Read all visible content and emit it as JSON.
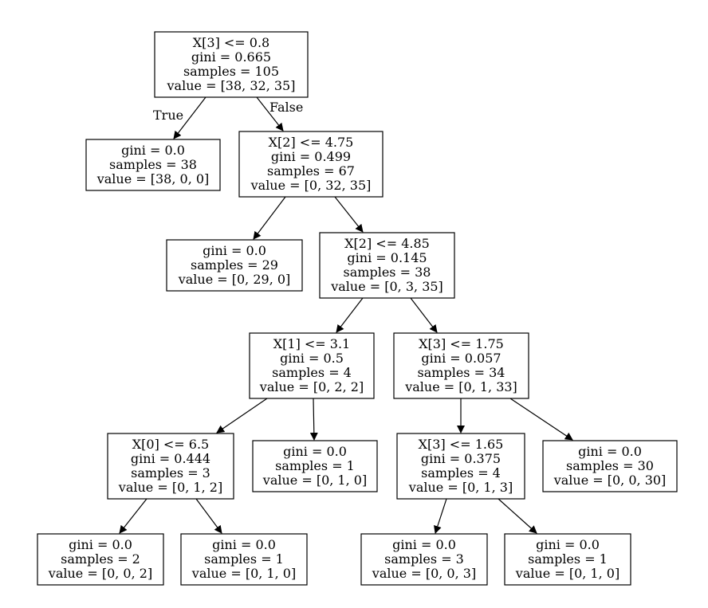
{
  "tree": {
    "root_edge_labels": {
      "left": "True",
      "right": "False"
    },
    "nodes": {
      "n0": [
        "X[3] <= 0.8",
        "gini = 0.665",
        "samples = 105",
        "value = [38, 32, 35]"
      ],
      "n1": [
        "gini = 0.0",
        "samples = 38",
        "value = [38, 0, 0]"
      ],
      "n2": [
        "X[2] <= 4.75",
        "gini = 0.499",
        "samples = 67",
        "value = [0, 32, 35]"
      ],
      "n3": [
        "gini = 0.0",
        "samples = 29",
        "value = [0, 29, 0]"
      ],
      "n4": [
        "X[2] <= 4.85",
        "gini = 0.145",
        "samples = 38",
        "value = [0, 3, 35]"
      ],
      "n5": [
        "X[1] <= 3.1",
        "gini = 0.5",
        "samples = 4",
        "value = [0, 2, 2]"
      ],
      "n6": [
        "X[3] <= 1.75",
        "gini = 0.057",
        "samples = 34",
        "value = [0, 1, 33]"
      ],
      "n7": [
        "X[0] <= 6.5",
        "gini = 0.444",
        "samples = 3",
        "value = [0, 1, 2]"
      ],
      "n8": [
        "gini = 0.0",
        "samples = 1",
        "value = [0, 1, 0]"
      ],
      "n9": [
        "X[3] <= 1.65",
        "gini = 0.375",
        "samples = 4",
        "value = [0, 1, 3]"
      ],
      "n10": [
        "gini = 0.0",
        "samples = 30",
        "value = [0, 0, 30]"
      ],
      "n11": [
        "gini = 0.0",
        "samples = 2",
        "value = [0, 0, 2]"
      ],
      "n12": [
        "gini = 0.0",
        "samples = 1",
        "value = [0, 1, 0]"
      ],
      "n13": [
        "gini = 0.0",
        "samples = 3",
        "value = [0, 0, 3]"
      ],
      "n14": [
        "gini = 0.0",
        "samples = 1",
        "value = [0, 1, 0]"
      ]
    }
  }
}
